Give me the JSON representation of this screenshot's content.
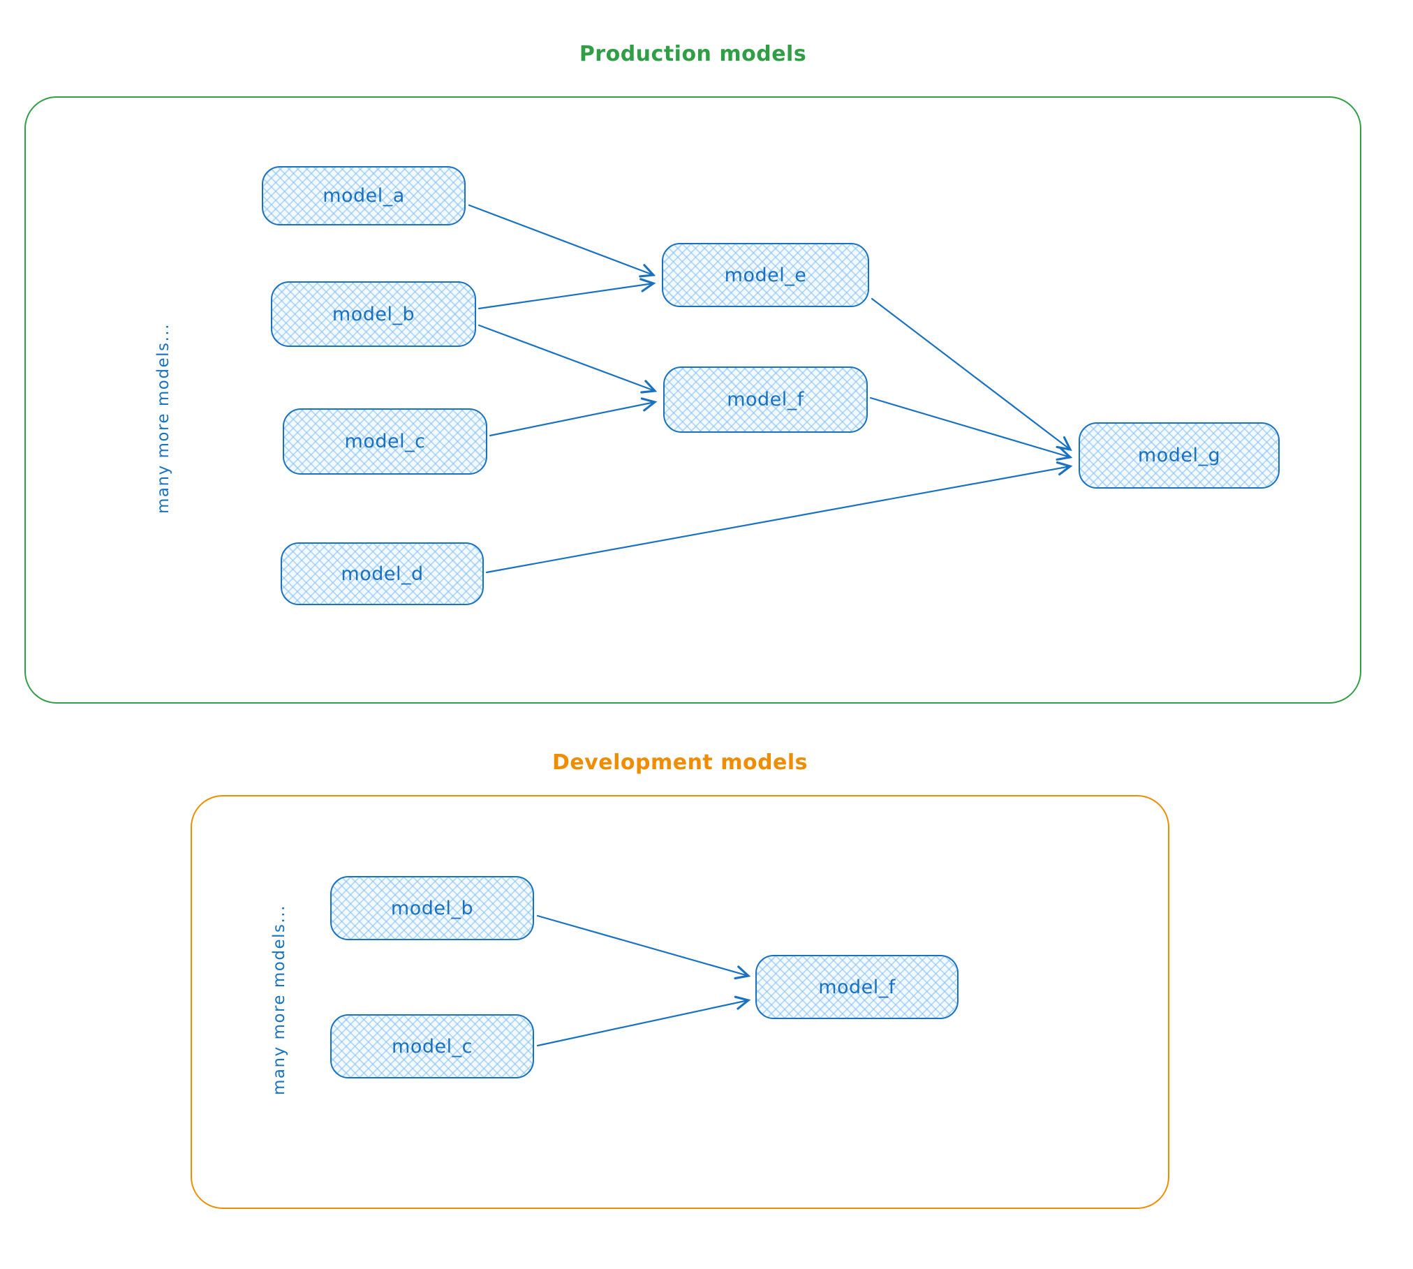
{
  "colors": {
    "production_border": "#2f9e44",
    "development_border": "#f08c00",
    "node_stroke": "#1971c2",
    "node_fill": "#d7eafd"
  },
  "production": {
    "title": "Production models",
    "side_label": "many more models...",
    "nodes": [
      {
        "id": "a",
        "label": "model_a"
      },
      {
        "id": "b",
        "label": "model_b"
      },
      {
        "id": "c",
        "label": "model_c"
      },
      {
        "id": "d",
        "label": "model_d"
      },
      {
        "id": "e",
        "label": "model_e"
      },
      {
        "id": "f",
        "label": "model_f"
      },
      {
        "id": "g",
        "label": "model_g"
      }
    ],
    "edges": [
      {
        "from": "model_a",
        "to": "model_e"
      },
      {
        "from": "model_b",
        "to": "model_e"
      },
      {
        "from": "model_b",
        "to": "model_f"
      },
      {
        "from": "model_c",
        "to": "model_f"
      },
      {
        "from": "model_e",
        "to": "model_g"
      },
      {
        "from": "model_f",
        "to": "model_g"
      },
      {
        "from": "model_d",
        "to": "model_g"
      }
    ]
  },
  "development": {
    "title": "Development models",
    "side_label": "many more models...",
    "nodes": [
      {
        "id": "b",
        "label": "model_b"
      },
      {
        "id": "c",
        "label": "model_c"
      },
      {
        "id": "f",
        "label": "model_f"
      }
    ],
    "edges": [
      {
        "from": "model_b",
        "to": "model_f"
      },
      {
        "from": "model_c",
        "to": "model_f"
      }
    ]
  }
}
